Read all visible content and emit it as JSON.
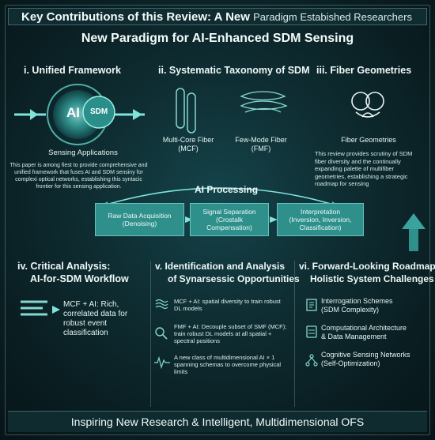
{
  "header": {
    "title_bold": "Key Contributions of this Review: A New",
    "title_rest": "Paradigm Estabished Researchers",
    "subtitle": "New Paradigm for AI-Enhanced SDM Sensing"
  },
  "sections": {
    "unified": {
      "title": "i. Unified Framework",
      "ai_label": "AI",
      "sdm_label": "SDM",
      "caption": "Sensing Applications",
      "body": "This paper is among fiest to provide comprehensive and unified framework that fuses AI and SDM sensiny for complexi optical networks, establishing this syntacic frontier for this sensing application."
    },
    "taxonomy": {
      "title": "ii. Systematic Taxonomy of SDM",
      "mcf_label": "Multi-Core Fiber (MCF)",
      "fmf_label": "Few-Mode Fiber (FMF)"
    },
    "geometries": {
      "title": "iii. Fiber Geometries",
      "caption": "Fiber Geometries",
      "body": "This review provides scrutiny of SDM fiber diversity and the continually expanding palette of multifiber geometries, establishing a strategic roadmap for sensing"
    },
    "processing": {
      "title": "AI Processing",
      "steps": [
        {
          "line1": "Raw Data Acquisition",
          "line2": "(Denoising)"
        },
        {
          "line1": "Signal Separation",
          "line2": "(Crostalk",
          "line3": "Compensation)"
        },
        {
          "line1": "Interpretation",
          "line2": "(Inversion, Inversion,",
          "line3": "Classification)"
        }
      ]
    },
    "critical": {
      "title1": "iv. Critical Analysis:",
      "title2": "AI-for-SDM Workflow",
      "body": "MCF + AI: Rich, correlated data for robust event classification"
    },
    "identification": {
      "title1": "v. Identification and Analysis",
      "title2": "of Synarsessic Opportunities",
      "items": [
        "MCF + AI: spatial diversity to train robust DL models",
        "FMF + AI: Decouple subset of SMF (MCF); train robust DL models at all spatial + spectral positions",
        "A new class of multidimensional AI × 1 spanning schemas to overcome physical limits"
      ]
    },
    "roadmap": {
      "title1": "vi. Forward-Looking Roadmap:",
      "title2": "Holistic System Challenges",
      "items": [
        {
          "line1": "Interrogation Schemes",
          "line2": "(SDM Complexity)"
        },
        {
          "line1": "Computational Architecture",
          "line2": "& Data Management"
        },
        {
          "line1": "Cognitive Sensing Networks",
          "line2": "(Self-Optimization)"
        }
      ]
    }
  },
  "footer": {
    "text": "Inspiring New Research & Intelligent, Multidimensional OFS"
  },
  "colors": {
    "accent": "#2f8f8b",
    "glow": "#7fe3dc",
    "background": "#0f2f34"
  },
  "icons": [
    "brain-circuit-icon",
    "fiber-core-icon",
    "fiber-mode-icon",
    "fiber-knot-icon",
    "data-lines-icon",
    "magnifier-icon",
    "waveform-icon",
    "document-icon",
    "database-icon",
    "network-icon",
    "up-arrow-icon"
  ]
}
